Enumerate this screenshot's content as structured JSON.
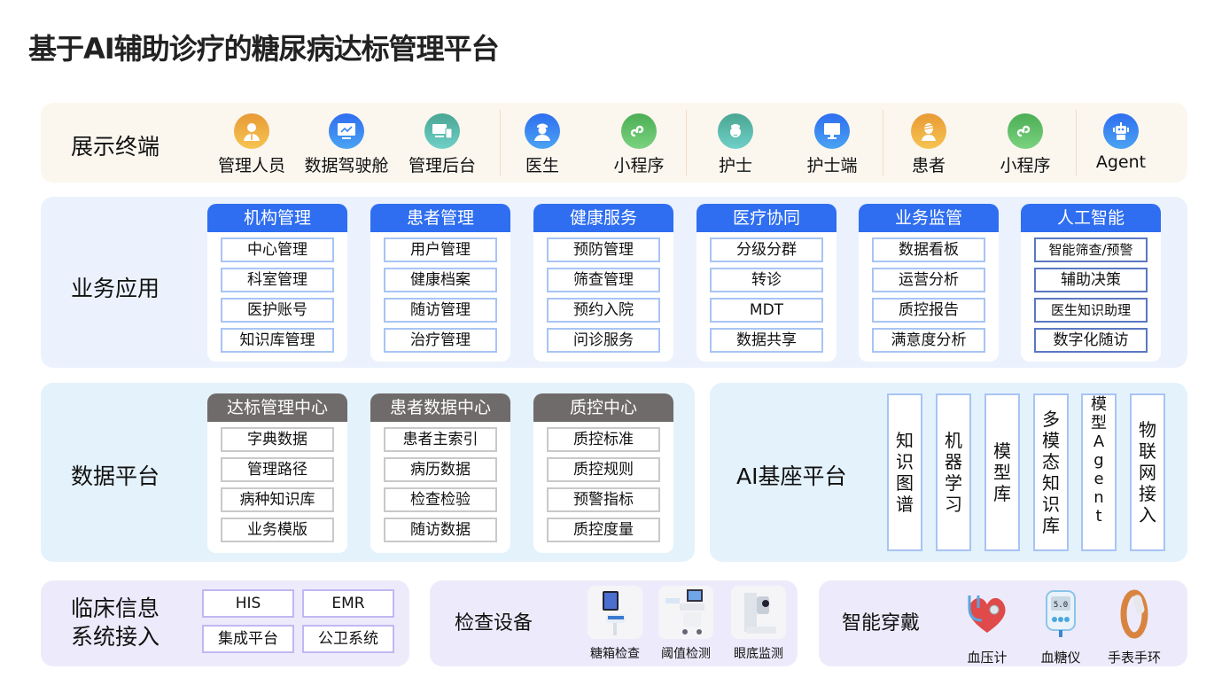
{
  "title": "基于AI辅助诊疗的糖尿病达标管理平台",
  "terminal": {
    "label": "展示终端",
    "items": [
      {
        "label": "管理人员",
        "icon": "manager-icon",
        "color": "#f0a53a"
      },
      {
        "label": "数据驾驶舱",
        "icon": "dashboard-monitor-icon",
        "color": "#3a86f0"
      },
      {
        "label": "管理后台",
        "icon": "devices-icon",
        "color": "#52b5a8"
      },
      {
        "label": "医生",
        "icon": "doctor-icon",
        "color": "#3a86f0"
      },
      {
        "label": "小程序",
        "icon": "mini-program-icon",
        "color": "#52b860"
      },
      {
        "label": "护士",
        "icon": "nurse-icon",
        "color": "#52b5a8"
      },
      {
        "label": "护士端",
        "icon": "monitor-icon",
        "color": "#3a86f0"
      },
      {
        "label": "患者",
        "icon": "patient-icon",
        "color": "#f0a53a"
      },
      {
        "label": "小程序",
        "icon": "mini-program-icon",
        "color": "#52b860"
      },
      {
        "label": "Agent",
        "icon": "robot-icon",
        "color": "#3a86f0"
      }
    ]
  },
  "business": {
    "label": "业务应用",
    "columns": [
      {
        "title": "机构管理",
        "items": [
          "中心管理",
          "科室管理",
          "医护账号",
          "知识库管理"
        ]
      },
      {
        "title": "患者管理",
        "items": [
          "用户管理",
          "健康档案",
          "随访管理",
          "治疗管理"
        ]
      },
      {
        "title": "健康服务",
        "items": [
          "预防管理",
          "筛查管理",
          "预约入院",
          "问诊服务"
        ]
      },
      {
        "title": "医疗协同",
        "items": [
          "分级分群",
          "转诊",
          "MDT",
          "数据共享"
        ]
      },
      {
        "title": "业务监管",
        "items": [
          "数据看板",
          "运营分析",
          "质控报告",
          "满意度分析"
        ]
      },
      {
        "title": "人工智能",
        "items": [
          "智能筛查/预警",
          "辅助决策",
          "医生知识助理",
          "数字化随访"
        ]
      }
    ]
  },
  "data_platform": {
    "label": "数据平台",
    "columns": [
      {
        "title": "达标管理中心",
        "items": [
          "字典数据",
          "管理路径",
          "病种知识库",
          "业务模版"
        ]
      },
      {
        "title": "患者数据中心",
        "items": [
          "患者主索引",
          "病历数据",
          "检查检验",
          "随访数据"
        ]
      },
      {
        "title": "质控中心",
        "items": [
          "质控标准",
          "质控规则",
          "预警指标",
          "质控度量"
        ]
      }
    ]
  },
  "ai_platform": {
    "label": "AI基座平台",
    "items": [
      "知识图谱",
      "机器学习",
      "模型库",
      "多模态知识库",
      "模型Agent",
      "物联网接入"
    ]
  },
  "clinical": {
    "label_line1": "临床信息",
    "label_line2": "系统接入",
    "items": [
      "HIS",
      "EMR",
      "集成平台",
      "公卫系统"
    ]
  },
  "exam": {
    "label": "检查设备",
    "items": [
      "糖箱检查",
      "阈值检测",
      "眼底监测"
    ]
  },
  "wearable": {
    "label": "智能穿戴",
    "items": [
      {
        "label": "血压计",
        "icon": "heart-stethoscope-icon"
      },
      {
        "label": "血糖仪",
        "icon": "glucose-meter-icon",
        "reading": "5.0"
      },
      {
        "label": "手表手环",
        "icon": "smart-band-icon"
      }
    ]
  }
}
